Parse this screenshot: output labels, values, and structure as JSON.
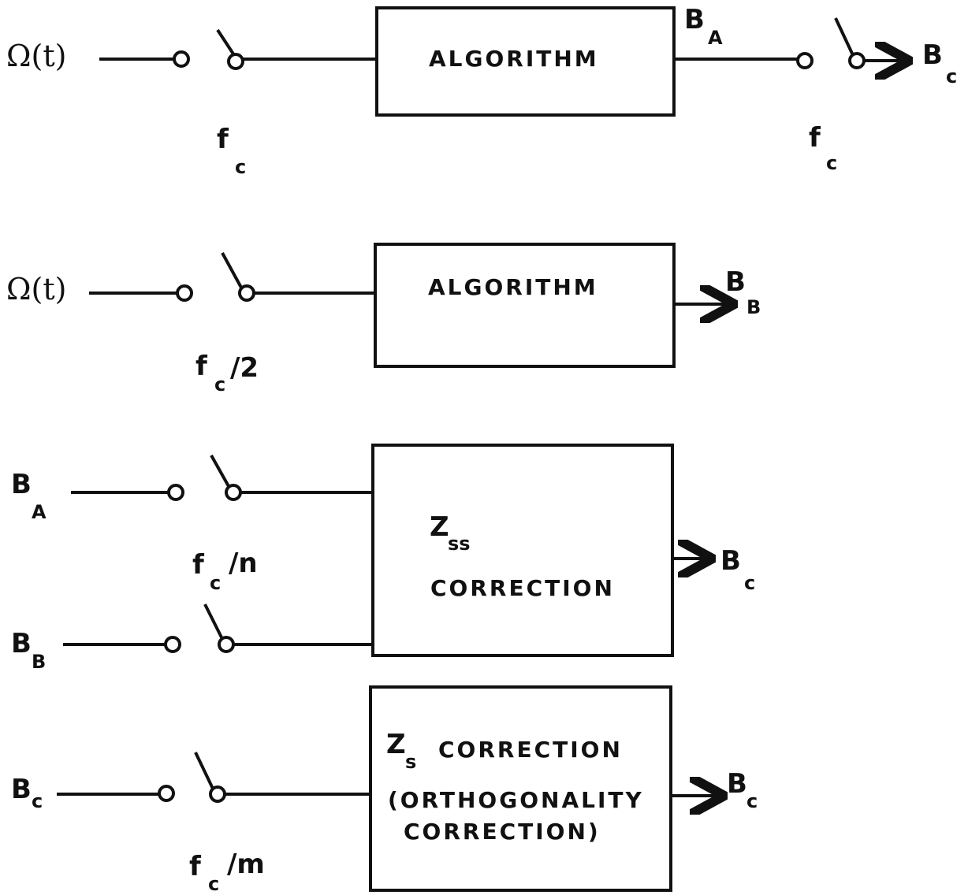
{
  "row1": {
    "input": "Ω(t)",
    "switch_main": "f",
    "switch_sub": "c",
    "box": "ALGORITHM",
    "box_out_main": "B",
    "box_out_sub": "A",
    "out_switch_main": "f",
    "out_switch_sub": "c",
    "out_main": "B",
    "out_sub": "c"
  },
  "row2": {
    "input": "Ω(t)",
    "switch_main": "f",
    "switch_sub": "c",
    "switch_tail": "/2",
    "box": "ALGORITHM",
    "out_main": "B",
    "out_sub": "B"
  },
  "row3": {
    "in1_main": "B",
    "in1_sub": "A",
    "in2_main": "B",
    "in2_sub": "B",
    "switch_main": "f",
    "switch_sub": "c",
    "switch_tail": "/n",
    "box_z_main": "Z",
    "box_z_sub": "ss",
    "box_text": "CORRECTION",
    "out_main": "B",
    "out_sub": "c"
  },
  "row4": {
    "in_main": "B",
    "in_sub": "c",
    "switch_main": "f",
    "switch_sub": "c",
    "switch_tail": "/m",
    "box_z_main": "Z",
    "box_z_sub": "s",
    "box_line1": "CORRECTION",
    "box_line2": "(ORTHOGONALITY",
    "box_line3": "CORRECTION)",
    "out_main": "B",
    "out_sub": "c"
  }
}
